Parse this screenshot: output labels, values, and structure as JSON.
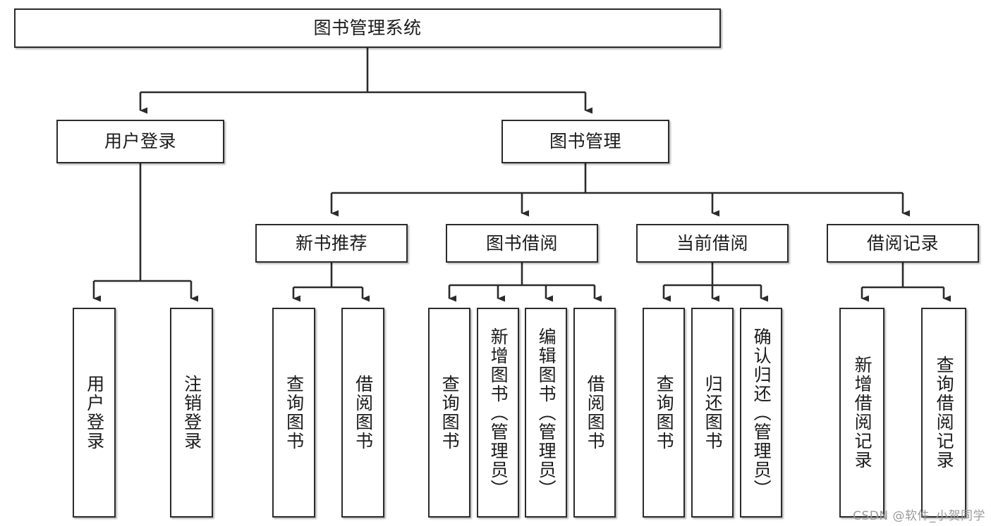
{
  "diagram": {
    "type": "tree-hierarchy",
    "title": "图书管理系统",
    "style": {
      "box_border_color": "#2b2b2b",
      "box_fill_color": "#ffffff",
      "edge_color": "#2b2b2b",
      "text_color": "#1b1b1b",
      "background": "#ffffff"
    },
    "levels": {
      "root": {
        "label": "图书管理系统"
      },
      "level2": [
        {
          "label": "用户登录"
        },
        {
          "label": "图书管理"
        }
      ],
      "level3": [
        {
          "label": "新书推荐"
        },
        {
          "label": "图书借阅"
        },
        {
          "label": "当前借阅"
        },
        {
          "label": "借阅记录"
        }
      ],
      "leaves": {
        "user_login": [
          {
            "label": "用户登录"
          },
          {
            "label": "注销登录"
          }
        ],
        "new_book_recommend": [
          {
            "label": "查询图书"
          },
          {
            "label": "借阅图书"
          }
        ],
        "book_borrow": [
          {
            "label": "查询图书"
          },
          {
            "label": "新增图书（管理员）"
          },
          {
            "label": "编辑图书（管理员）"
          },
          {
            "label": "借阅图书"
          }
        ],
        "current_borrow": [
          {
            "label": "查询图书"
          },
          {
            "label": "归还图书"
          },
          {
            "label": "确认归还（管理员）"
          }
        ],
        "borrow_record": [
          {
            "label": "新增借阅记录"
          },
          {
            "label": "查询借阅记录"
          }
        ]
      }
    }
  },
  "watermark": {
    "text": "CSDN @软件_小贺同学"
  }
}
